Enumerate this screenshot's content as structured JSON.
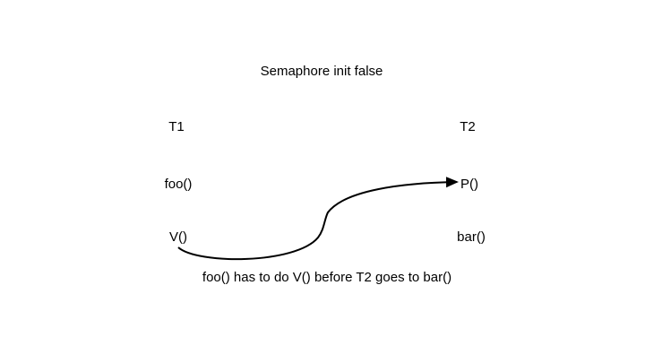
{
  "slide": {
    "title": "Semaphore init false",
    "threads": {
      "t1": {
        "name": "T1",
        "ops": [
          "foo()",
          "V()"
        ]
      },
      "t2": {
        "name": "T2",
        "ops": [
          "P()",
          "bar()"
        ]
      }
    },
    "caption": "foo() has to do V() before T2 goes to bar()"
  },
  "colors": {
    "text": "#000000",
    "arrow": "#000000",
    "background": "#ffffff"
  }
}
